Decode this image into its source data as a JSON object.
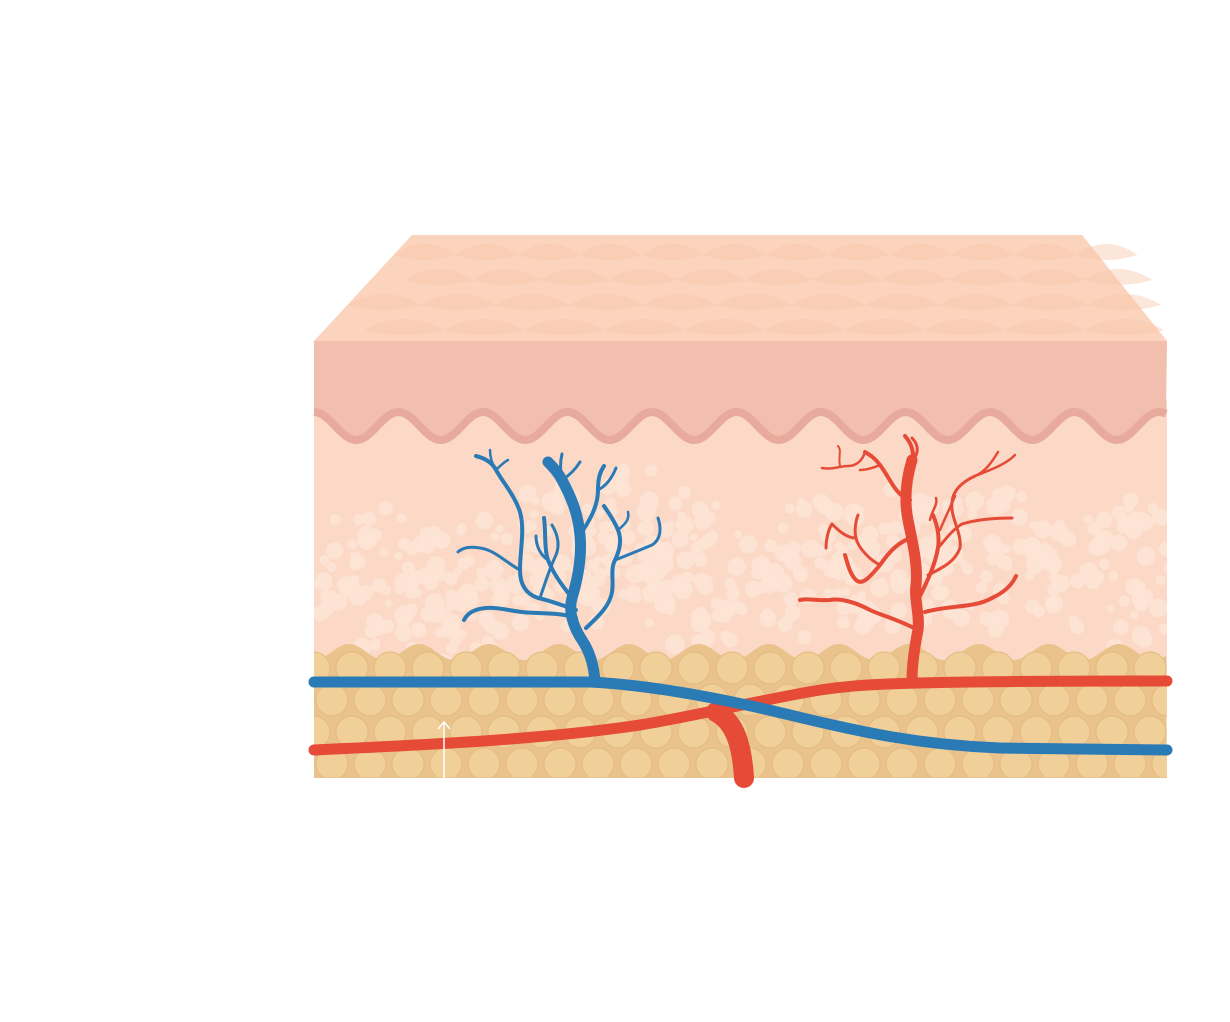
{
  "diagram": {
    "subject": "skin-cross-section",
    "layers": [
      "skin-surface",
      "epidermis",
      "dermis",
      "subcutaneous-fat"
    ],
    "vessels": [
      "vein-network",
      "artery-network"
    ],
    "labels": []
  },
  "colors": {
    "background": "#ffffff",
    "skin_surface": "#fcd3bd",
    "epidermis": "#f2bead",
    "dermal_ridge": "#e7aa9c",
    "dermis": "#fbd9c6",
    "dermis_clusters": "#fde3d4",
    "fat": "#eac38c",
    "fat_cells": "#f0cf99",
    "vein": "#2a7ab6",
    "artery": "#e64b37",
    "arrow": "#ffffff"
  }
}
